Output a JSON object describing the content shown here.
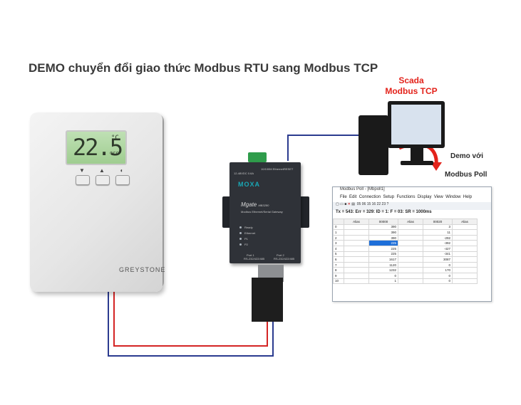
{
  "title": "DEMO chuyển đổi giao thức Modbus RTU sang Modbus TCP",
  "thermostat": {
    "temperature": "22.5",
    "unit": "°C",
    "occ": "occ",
    "buttons": [
      "▼",
      "▲",
      "◐"
    ],
    "brand": "GREYSTONE"
  },
  "gateway": {
    "logo": "MOXA",
    "model": "Mgate",
    "model_suffix": "MB3280",
    "subtitle": "Modbus Ethernet/Serial Gateway",
    "power_label": "12-48VDC 0.6A",
    "lan_label": "10/100M Ethernet",
    "reset_label": "RESET",
    "leds": [
      "Ready",
      "Ethernet",
      "P1",
      "P2"
    ],
    "port1": "Port 1",
    "port2": "Port 2",
    "port_spec": "RS-232/422/485"
  },
  "scada": {
    "line1": "Scada",
    "line2": "Modbus TCP",
    "demo_line1": "Demo với",
    "demo_line2": "Modbus Poll"
  },
  "colors": {
    "cable_blue": "#2b3b8f",
    "cable_red": "#d42424",
    "accent_red": "#e3231b"
  },
  "modbus_poll": {
    "window_title": "Modbus Poll - [Mbpoll1]",
    "menu": [
      "File",
      "Edit",
      "Connection",
      "Setup",
      "Functions",
      "Display",
      "View",
      "Window",
      "Help"
    ],
    "toolbar_numbers": [
      "05",
      "06",
      "15",
      "16",
      "22",
      "23"
    ],
    "status": "Tx = 543: Err = 329: ID = 1: F = 03: SR = 1000ms",
    "headers": [
      "",
      "Alias",
      "00000",
      "Alias",
      "00020",
      "Alias"
    ],
    "rows": [
      [
        "0",
        "",
        "390",
        "",
        "3",
        ""
      ],
      [
        "1",
        "",
        "390",
        "",
        "11",
        ""
      ],
      [
        "2",
        "",
        "390",
        "",
        "-292",
        ""
      ],
      [
        "3",
        "",
        "225",
        "",
        "-392",
        ""
      ],
      [
        "4",
        "",
        "225",
        "",
        "-427",
        ""
      ],
      [
        "5",
        "",
        "225",
        "",
        "-341",
        ""
      ],
      [
        "6",
        "",
        "1617",
        "",
        "3087",
        ""
      ],
      [
        "7",
        "",
        "1120",
        "",
        "0",
        ""
      ],
      [
        "8",
        "",
        "1232",
        "",
        "170",
        ""
      ],
      [
        "9",
        "",
        "0",
        "",
        "0",
        ""
      ],
      [
        "10",
        "",
        "1",
        "",
        "0",
        ""
      ]
    ]
  }
}
